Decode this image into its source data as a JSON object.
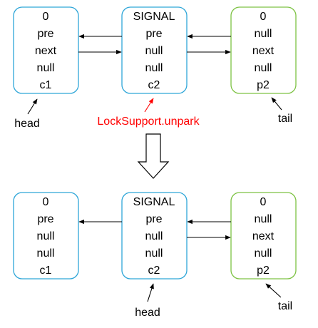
{
  "colors": {
    "blue_border": "#2ea6d8",
    "green_border": "#7dc243",
    "arrow": "#000000",
    "highlight": "#ff0000"
  },
  "top_row": {
    "node1": {
      "lines": [
        "0",
        "pre",
        "next",
        "null",
        "c1"
      ]
    },
    "node2": {
      "lines": [
        "SIGNAL",
        "pre",
        "null",
        "null",
        "c2"
      ]
    },
    "node3": {
      "lines": [
        "0",
        "null",
        "next",
        "null",
        "p2"
      ]
    },
    "head_label": "head",
    "tail_label": "tail",
    "unpark_label": "LockSupport.unpark"
  },
  "bottom_row": {
    "node1": {
      "lines": [
        "0",
        "pre",
        "null",
        "null",
        "c1"
      ]
    },
    "node2": {
      "lines": [
        "SIGNAL",
        "pre",
        "null",
        "null",
        "c2"
      ]
    },
    "node3": {
      "lines": [
        "0",
        "null",
        "next",
        "null",
        "p2"
      ]
    },
    "head_label": "head",
    "tail_label": "tail"
  }
}
